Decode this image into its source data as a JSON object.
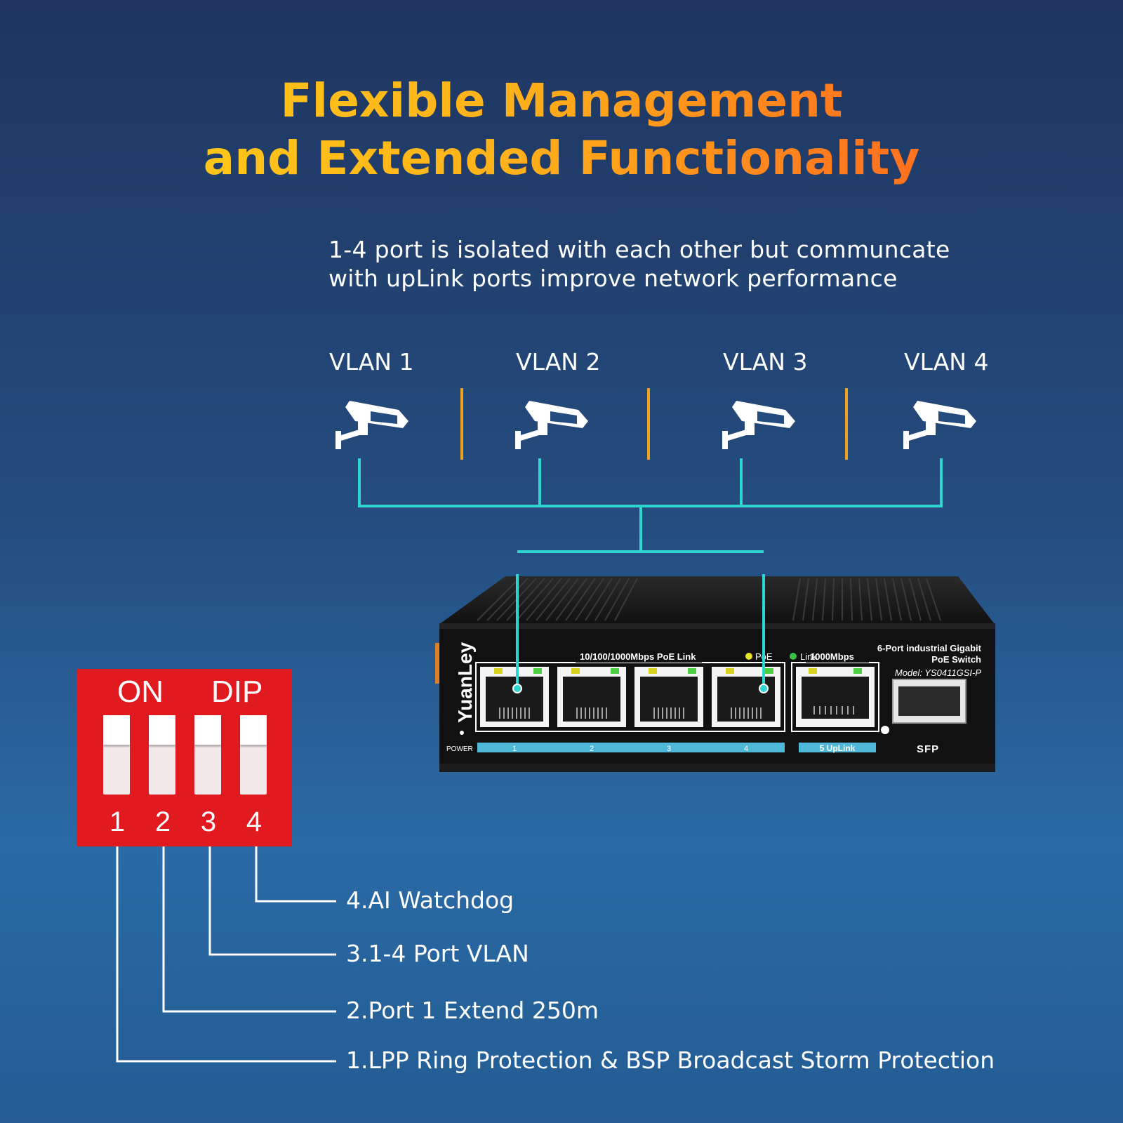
{
  "title": {
    "line1": "Flexible Management",
    "line2": "and Extended Functionality"
  },
  "description": {
    "line1": "1-4 port is isolated with each other but communcate",
    "line2": "with upLink ports improve network performance"
  },
  "vlans": [
    {
      "label": "VLAN 1",
      "icon": "security-camera-icon"
    },
    {
      "label": "VLAN 2",
      "icon": "security-camera-icon"
    },
    {
      "label": "VLAN 3",
      "icon": "security-camera-icon"
    },
    {
      "label": "VLAN 4",
      "icon": "security-camera-icon"
    }
  ],
  "switch": {
    "brand": "YuanLey",
    "power_label": "POWER",
    "poe_link_header": "10/100/1000Mbps PoE Link",
    "uplink_header": "1000Mbps",
    "legend_poe": "PoE",
    "legend_link": "Link",
    "product_line1": "6-Port industrial Gigabit",
    "product_line2": "PoE Switch",
    "model": "Model: YS0411GSI-P",
    "ports": [
      "1",
      "2",
      "3",
      "4"
    ],
    "uplink_port": "5 UpLink",
    "sfp_label": "SFP"
  },
  "dip_switch": {
    "on_label": "ON",
    "dip_label": "DIP",
    "numbers": [
      "1",
      "2",
      "3",
      "4"
    ]
  },
  "functions": [
    "4.AI Watchdog",
    "3.1-4 Port VLAN",
    "2.Port 1 Extend 250m",
    "1.LPP Ring Protection & BSP Broadcast Storm Protection"
  ],
  "colors": {
    "wire": "#2fd6d0",
    "separator": "#f0a21c",
    "dip_red": "#e11a1f",
    "title_yellow": "#ffd21a",
    "title_orange": "#ff5a1e"
  }
}
